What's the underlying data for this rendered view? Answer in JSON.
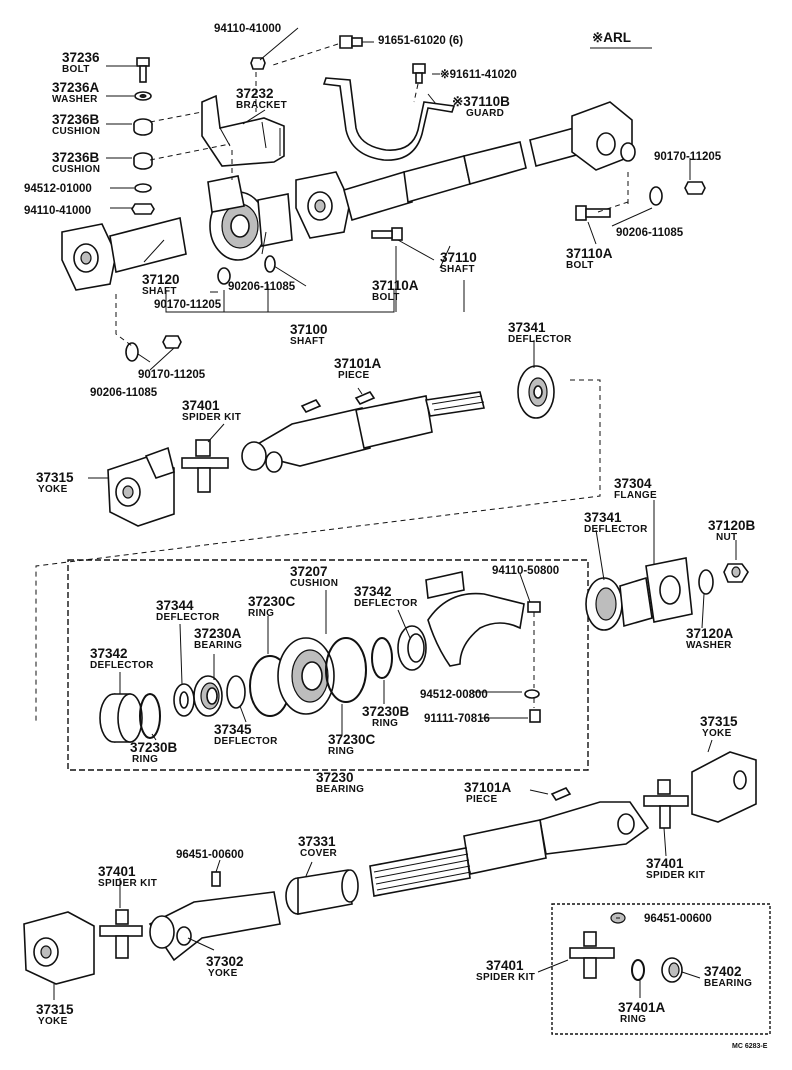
{
  "header": {
    "variant": "※ARL",
    "footer_code": "MC 6283-E"
  },
  "labels": {
    "p37236": {
      "num": "37236",
      "name": "BOLT"
    },
    "p37236A": {
      "num": "37236A",
      "name": "WASHER"
    },
    "p37236B_1": {
      "num": "37236B",
      "name": "CUSHION"
    },
    "p37236B_2": {
      "num": "37236B",
      "name": "CUSHION"
    },
    "c94512_01000": "94512-01000",
    "c94110_41000_a": "94110-41000",
    "c94110_41000_b": "94110-41000",
    "c91651_61020": "91651-61020 (6)",
    "c91611_41020": "※91611-41020",
    "p37232": {
      "num": "37232",
      "name": "BRACKET"
    },
    "p37110B": {
      "num": "※37110B",
      "name": "GUARD"
    },
    "c90170_11205_a": "90170-11205",
    "c90206_11085_a": "90206-11085",
    "p37110A_a": {
      "num": "37110A",
      "name": "BOLT"
    },
    "p37120": {
      "num": "37120",
      "name": "SHAFT"
    },
    "c90170_11205_b": "90170-11205",
    "c90206_11085_b": "90206-11085",
    "p37110A_b": {
      "num": "37110A",
      "name": "BOLT"
    },
    "p37110": {
      "num": "37110",
      "name": "SHAFT"
    },
    "p37100": {
      "num": "37100",
      "name": "SHAFT"
    },
    "c90170_11205_c": "90170-11205",
    "c90206_11085_c": "90206-11085",
    "p37341_a": {
      "num": "37341",
      "name": "DEFLECTOR"
    },
    "p37101A_a": {
      "num": "37101A",
      "name": "PIECE"
    },
    "p37401_a": {
      "num": "37401",
      "name": "SPIDER KIT"
    },
    "p37315_a": {
      "num": "37315",
      "name": "YOKE"
    },
    "p37304": {
      "num": "37304",
      "name": "FLANGE"
    },
    "p37341_b": {
      "num": "37341",
      "name": "DEFLECTOR"
    },
    "p37120B": {
      "num": "37120B",
      "name": "NUT"
    },
    "p37120A": {
      "num": "37120A",
      "name": "WASHER"
    },
    "p37207": {
      "num": "37207",
      "name": "CUSHION"
    },
    "c94110_50800": "94110-50800",
    "p37230C_a": {
      "num": "37230C",
      "name": "RING"
    },
    "p37342_a": {
      "num": "37342",
      "name": "DEFLECTOR"
    },
    "p37344": {
      "num": "37344",
      "name": "DEFLECTOR"
    },
    "p37230A": {
      "num": "37230A",
      "name": "BEARING"
    },
    "p37342_b": {
      "num": "37342",
      "name": "DEFLECTOR"
    },
    "c94512_00800": "94512-00800",
    "p37230B_a": {
      "num": "37230B",
      "name": "RING"
    },
    "c91111_70816": "91111-70816",
    "p37345": {
      "num": "37345",
      "name": "DEFLECTOR"
    },
    "p37230C_b": {
      "num": "37230C",
      "name": "RING"
    },
    "p37230B_b": {
      "num": "37230B",
      "name": "RING"
    },
    "p37230": {
      "num": "37230",
      "name": "BEARING"
    },
    "p37315_b": {
      "num": "37315",
      "name": "YOKE"
    },
    "p37101A_b": {
      "num": "37101A",
      "name": "PIECE"
    },
    "p37331": {
      "num": "37331",
      "name": "COVER"
    },
    "c96451_00600_a": "96451-00600",
    "p37401_b": {
      "num": "37401",
      "name": "SPIDER KIT"
    },
    "p37401_c": {
      "num": "37401",
      "name": "SPIDER KIT"
    },
    "p37302": {
      "num": "37302",
      "name": "YOKE"
    },
    "p37315_c": {
      "num": "37315",
      "name": "YOKE"
    },
    "c96451_00600_b": "96451-00600",
    "p37401_d": {
      "num": "37401",
      "name": "SPIDER KIT"
    },
    "p37402": {
      "num": "37402",
      "name": "BEARING"
    },
    "p37401A": {
      "num": "37401A",
      "name": "RING"
    }
  }
}
